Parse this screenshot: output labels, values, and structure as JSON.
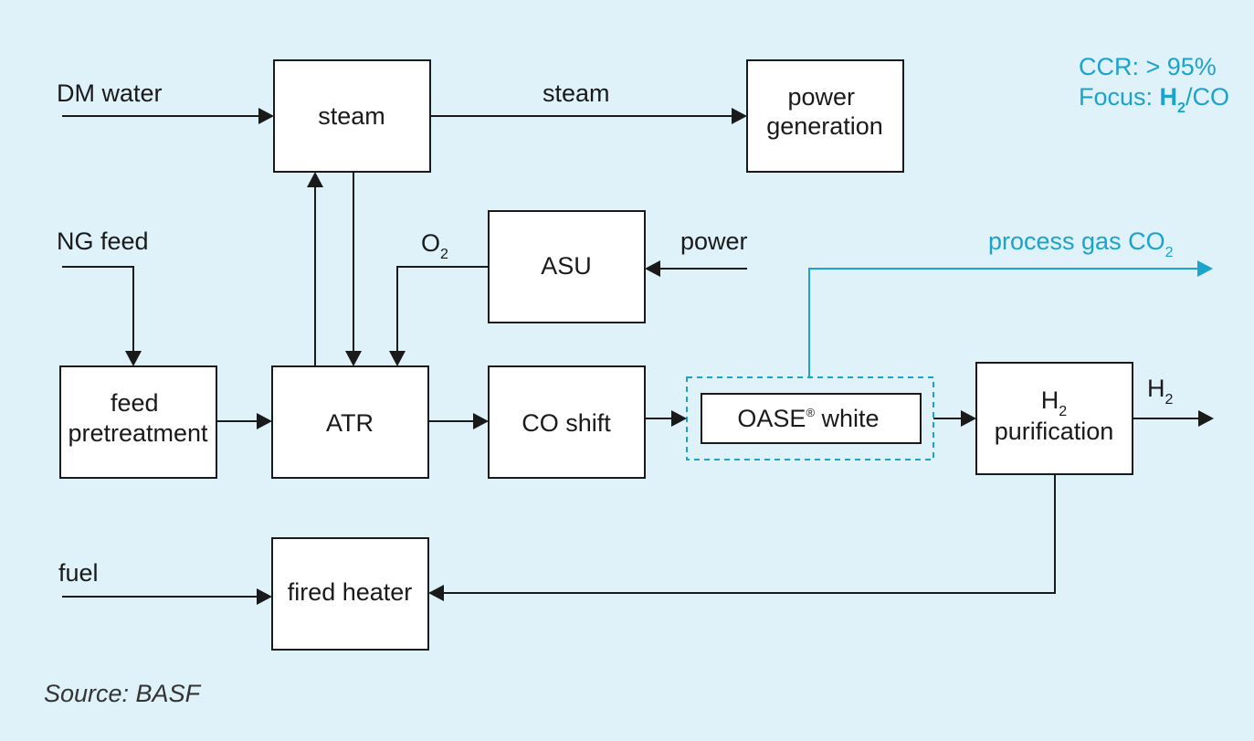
{
  "colors": {
    "background": "#dff1f9",
    "accent": "#1aa3cc",
    "line": "#1a1a1a"
  },
  "annotation": {
    "ccr_line": "CCR: > 95%",
    "focus_prefix": "Focus: ",
    "focus_h": "H",
    "focus_sub": "2",
    "focus_suffix": "/CO"
  },
  "inputs": {
    "dm_water": "DM water",
    "ng_feed": "NG feed",
    "fuel": "fuel",
    "power": "power",
    "o2_main": "O",
    "o2_sub": "2"
  },
  "boxes": {
    "steam": "steam",
    "power_generation_l1": "power",
    "power_generation_l2": "generation",
    "asu": "ASU",
    "feed_pretreatment_l1": "feed",
    "feed_pretreatment_l2": "pretreatment",
    "atr": "ATR",
    "co_shift": "CO shift",
    "oase_main": "OASE",
    "oase_reg": "®",
    "oase_suffix": " white",
    "h2_purification_h": "H",
    "h2_purification_sub": "2",
    "h2_purification_l2": "purification",
    "fired_heater": "fired heater"
  },
  "flows": {
    "steam_label": "steam",
    "process_gas_main": "process gas CO",
    "process_gas_sub": "2",
    "h2_out_main": "H",
    "h2_out_sub": "2"
  },
  "source": "Source: BASF"
}
